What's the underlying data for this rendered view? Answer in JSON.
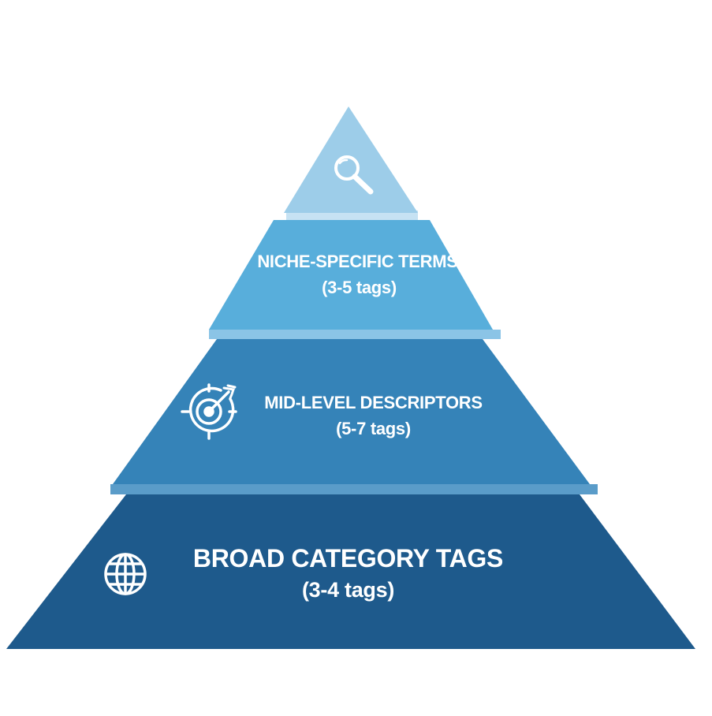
{
  "diagram": {
    "tiers": [
      {
        "id": "top",
        "icon": "search-icon",
        "color": "#9dcde9"
      },
      {
        "id": "niche",
        "title": "NICHE-SPECIFIC TERMS",
        "subtitle": "(3-5 tags)",
        "color": "#58aedb"
      },
      {
        "id": "mid",
        "title": "MID-LEVEL DESCRIPTORS",
        "subtitle": "(5-7 tags)",
        "icon": "target-icon",
        "color": "#3583b8"
      },
      {
        "id": "broad",
        "title": "BROAD CATEGORY TAGS",
        "subtitle": "(3-4 tags)",
        "icon": "globe-icon",
        "color": "#1e5a8c"
      }
    ],
    "connector_colors": [
      "#c6e2f3",
      "#8bc4e6",
      "#5a9cc9"
    ]
  }
}
